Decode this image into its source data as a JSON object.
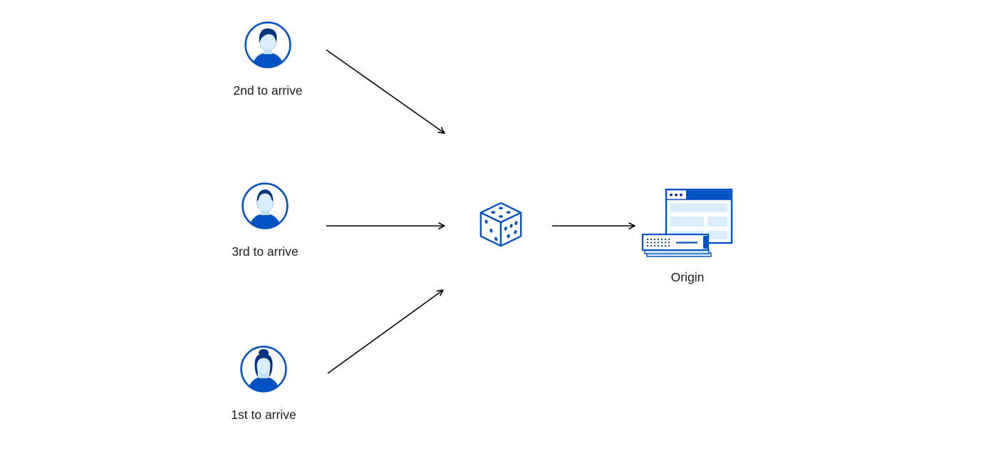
{
  "diagram": {
    "nodes": {
      "user_second": {
        "label": "2nd to arrive",
        "icon": "user-avatar-male-swoop-icon"
      },
      "user_third": {
        "label": "3rd to arrive",
        "icon": "user-avatar-male-short-icon"
      },
      "user_first": {
        "label": "1st to arrive",
        "icon": "user-avatar-female-icon"
      },
      "dice": {
        "label": "",
        "icon": "dice-icon"
      },
      "origin": {
        "label": "Origin",
        "icon": "origin-server-icon"
      }
    },
    "edges": [
      {
        "from": "user_second",
        "to": "dice"
      },
      {
        "from": "user_third",
        "to": "dice"
      },
      {
        "from": "user_first",
        "to": "dice"
      },
      {
        "from": "dice",
        "to": "origin"
      }
    ],
    "colors": {
      "primary_blue": "#0051c3",
      "dark_navy": "#003681",
      "light_blue": "#d9eefc",
      "pale_blue": "#bfe3f8",
      "arrow": "#000000",
      "background": "#ffffff",
      "label_text": "#1b1b1b"
    }
  }
}
